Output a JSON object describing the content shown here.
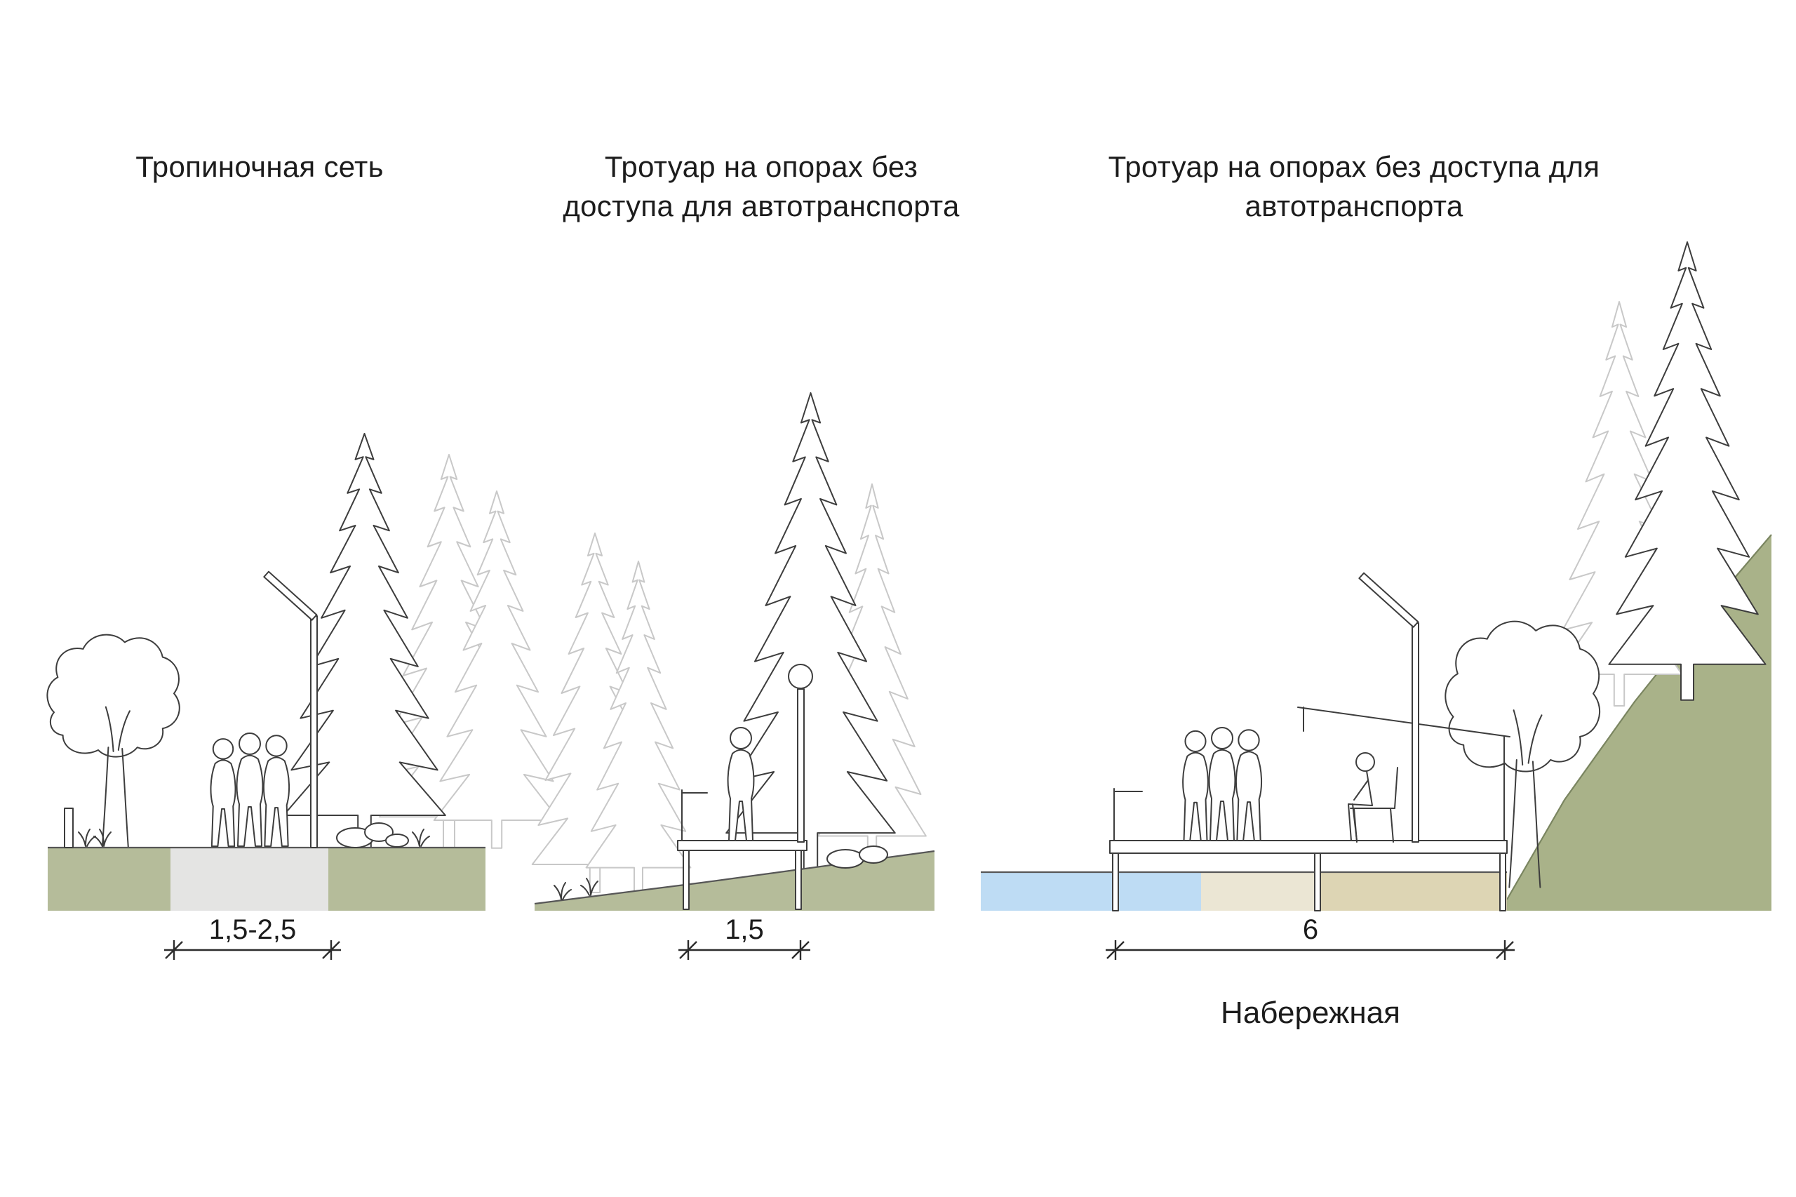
{
  "sections": [
    {
      "id": "path-network",
      "title_lines": [
        "Тропиночная сеть",
        ""
      ],
      "dimension": "1,5-2,5"
    },
    {
      "id": "elevated-walkway",
      "title_lines": [
        "Тротуар на опорах без",
        "доступа для автотранспорта"
      ],
      "dimension": "1,5"
    },
    {
      "id": "embankment-walkway",
      "title_lines": [
        "Тротуар на опорах без доступа для",
        "автотранспорта"
      ],
      "dimension": "6",
      "caption": "Набережная"
    }
  ],
  "colors": {
    "background": "#ffffff",
    "ground_green": "#b5bc9a",
    "hill_green": "#a9b289",
    "path_gray": "#e4e4e3",
    "water_blue": "#bedcf4",
    "sand_light": "#ebe6d4",
    "sand_dark": "#ddd5b4",
    "line_dark": "#3d3d3d",
    "line_light": "#c8c8c8",
    "ground_line": "#565656",
    "text": "#1c1c1c"
  }
}
